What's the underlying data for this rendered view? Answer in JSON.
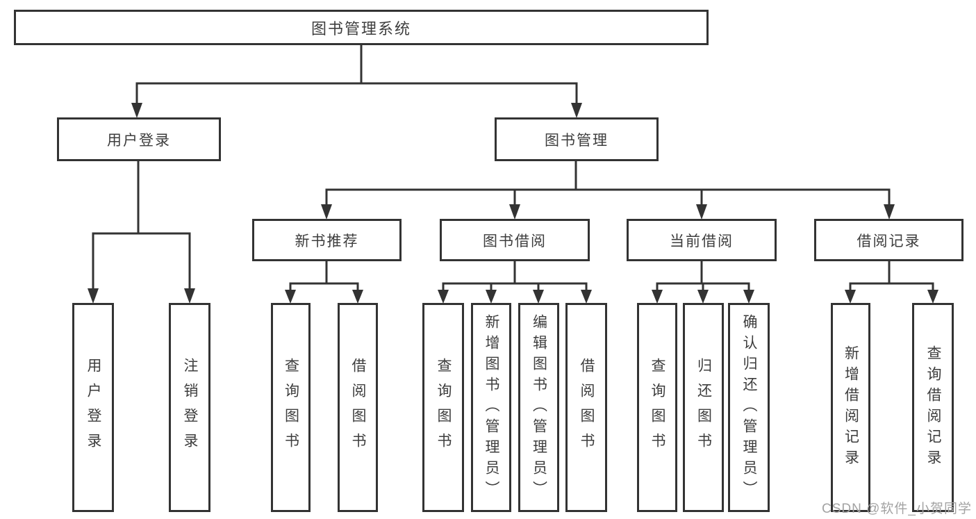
{
  "tree": {
    "root": "图书管理系统",
    "level2": [
      {
        "label": "用户登录"
      },
      {
        "label": "图书管理"
      }
    ],
    "level3": [
      {
        "label": "新书推荐"
      },
      {
        "label": "图书借阅"
      },
      {
        "label": "当前借阅"
      },
      {
        "label": "借阅记录"
      }
    ],
    "leaves": {
      "user_login": [
        "用户登录",
        "注销登录"
      ],
      "new_books": [
        "查询图书",
        "借阅图书"
      ],
      "book_borrow": [
        "查询图书",
        "新增图书（管理员）",
        "编辑图书（管理员）",
        "借阅图书"
      ],
      "current_borrow": [
        "查询图书",
        "归还图书",
        "确认归还（管理员）"
      ],
      "borrow_records": [
        "新增借阅记录",
        "查询借阅记录"
      ]
    }
  },
  "watermark": "CSDN @软件_小贺同学",
  "colors": {
    "line": "#333333",
    "text": "#3d3d3d",
    "watermark": "#a3a3a3",
    "background": "#ffffff"
  }
}
